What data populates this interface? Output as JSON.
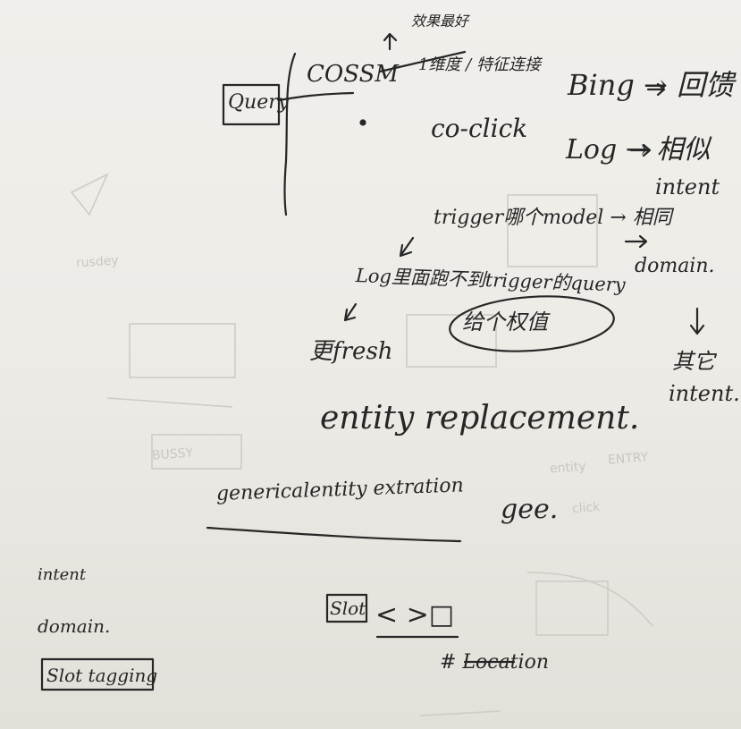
{
  "notes": {
    "query": "Query",
    "cossm": "COSSM",
    "cossm_note": "1维度 / 特征连接",
    "top_note": "效果最好",
    "coclick": "co-click",
    "bing": "Bing → 回馈",
    "log": "Log → 相似",
    "intent1": "intent",
    "trigger": "trigger哪个model → 相同",
    "domain1": "domain.",
    "log_query": "Log里面跑不到trigger的query",
    "weight": "给个权值",
    "fresh": "更fresh",
    "other": "其它",
    "intent2": "intent.",
    "entity_replacement": "entity replacement.",
    "genericalentity": "genericalentity extration",
    "gee": "gee.",
    "intent_left": "intent",
    "domain_left": "domain.",
    "slot_tagging": "Slot tagging",
    "slot": "Slot",
    "slot_arrows": "<    >□",
    "location": "# Location"
  },
  "ghost_text": [
    "ENTRY",
    "entity",
    "BUSSY",
    "click",
    "rusdey"
  ],
  "colors": {
    "ink": "#262626",
    "paper": "#eeece7",
    "ghost": "#c9c6c0"
  }
}
